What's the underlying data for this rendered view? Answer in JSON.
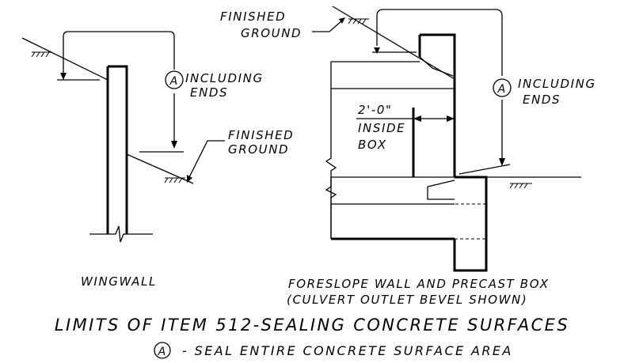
{
  "wingwall": {
    "callout_letter": "A",
    "including_line1": "INCLUDING",
    "including_line2": "ENDS",
    "ground_line1": "FINISHED",
    "ground_line2": "GROUND",
    "caption": "WINGWALL"
  },
  "foreslope": {
    "ground_line1": "FINISHED",
    "ground_line2": "GROUND",
    "callout_letter": "A",
    "including_line1": "INCLUDING",
    "including_line2": "ENDS",
    "dimension": "2'-0\"",
    "inside_line1": "INSIDE",
    "inside_line2": "BOX",
    "caption_line1": "FORESLOPE WALL AND PRECAST BOX",
    "caption_line2": "(CULVERT OUTLET BEVEL SHOWN)"
  },
  "title": "LIMITS OF ITEM 512-SEALING CONCRETE SURFACES",
  "note": {
    "letter": "A",
    "text": "- SEAL ENTIRE CONCRETE SURFACE AREA"
  }
}
